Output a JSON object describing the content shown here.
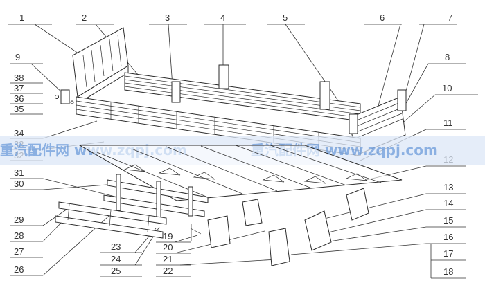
{
  "labels": [
    "1",
    "2",
    "3",
    "4",
    "5",
    "6",
    "7",
    "8",
    "9",
    "10",
    "11",
    "12",
    "13",
    "14",
    "15",
    "16",
    "17",
    "18",
    "19",
    "20",
    "21",
    "22",
    "23",
    "24",
    "25",
    "26",
    "27",
    "28",
    "29",
    "30",
    "31",
    "32",
    "33",
    "34",
    "35",
    "36",
    "37",
    "38"
  ],
  "watermark": {
    "text_left": "重汽配件网 www.zqpj.com",
    "text_right": "重汽配件网 www.zqpj.com",
    "band_color": "#dce7f7",
    "text_color": "#5b8fd6"
  },
  "colors": {
    "line": "#333333",
    "background": "#ffffff"
  }
}
